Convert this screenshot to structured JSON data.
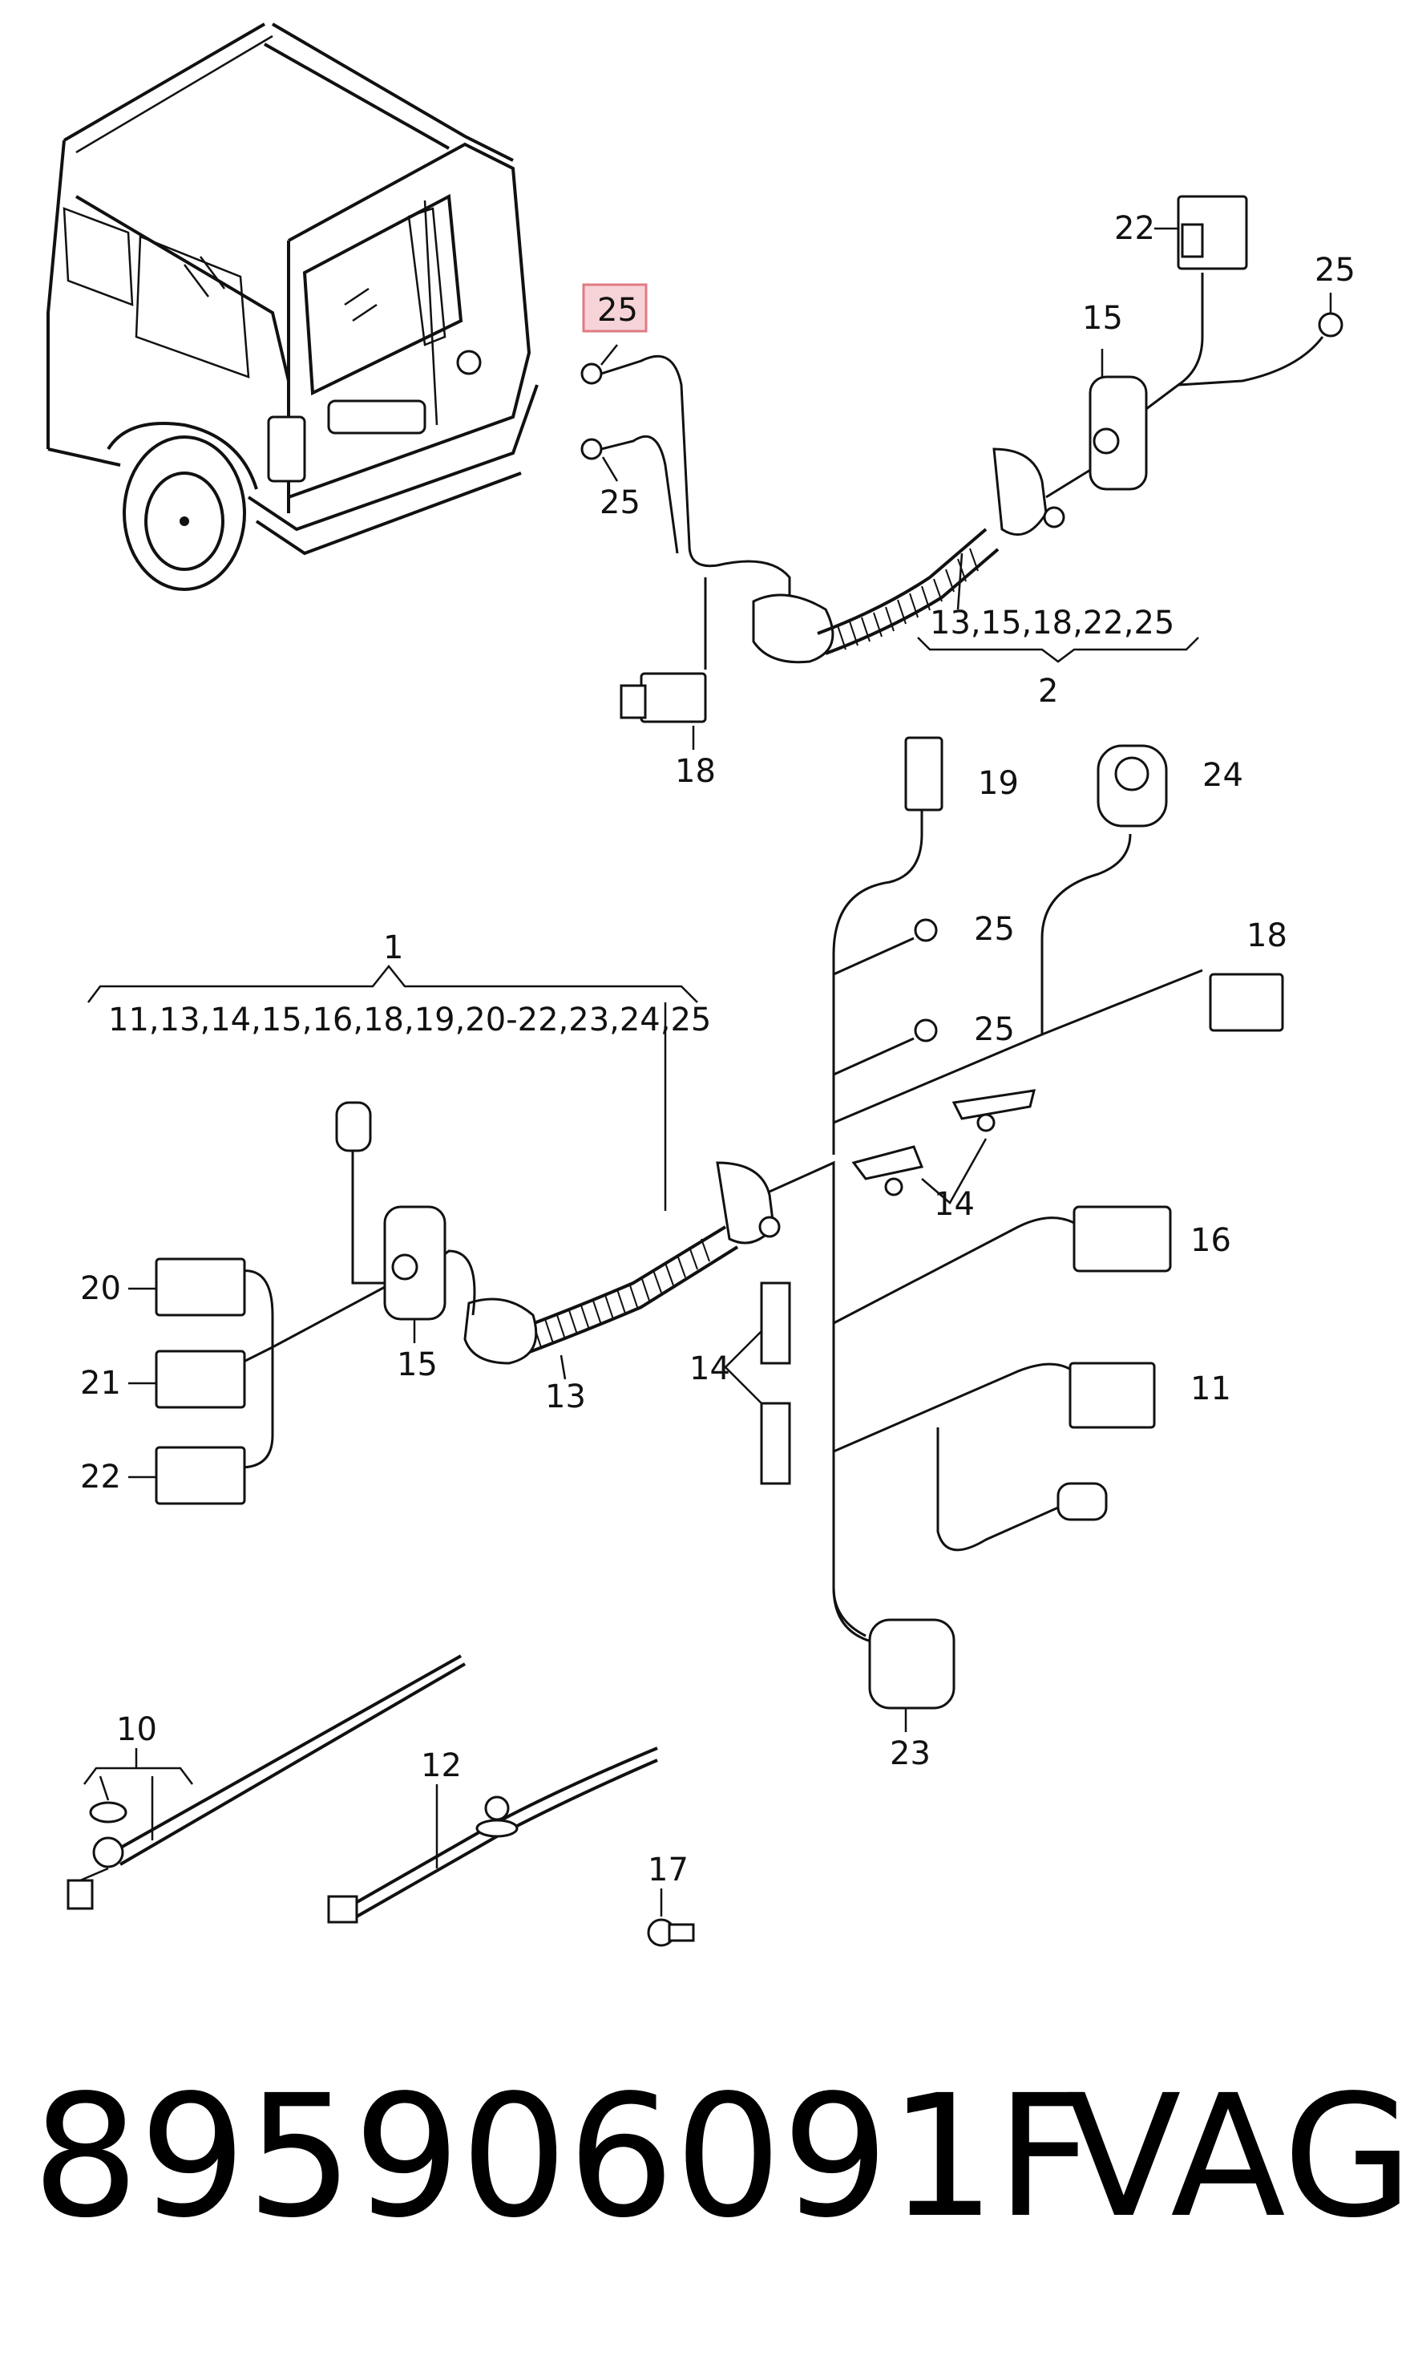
{
  "callouts": {
    "top_25_highlight": "25",
    "top_25_lower": "25",
    "top_25_right": "25",
    "top_15": "15",
    "top_22": "22",
    "top_18": "18",
    "top_group": "13,15,18,22,25",
    "top_group_parent": "2",
    "main_parent": "1",
    "main_group": "11,13,14,15,16,18,19,20-22,23,24,25",
    "c19": "19",
    "c24": "24",
    "c25a": "25",
    "c25b": "25",
    "c18": "18",
    "c14a": "14",
    "c16": "16",
    "c14b": "14",
    "c11": "11",
    "c20": "20",
    "c21": "21",
    "c22": "22",
    "c15": "15",
    "c13": "13",
    "c23": "23",
    "c10": "10",
    "c12": "12",
    "c17": "17"
  },
  "footer": {
    "part_number": "895906091F",
    "brand": "VAG"
  },
  "colors": {
    "highlight_fill": "#f6d3d6",
    "highlight_border": "#e07a84",
    "ink": "#111111"
  }
}
